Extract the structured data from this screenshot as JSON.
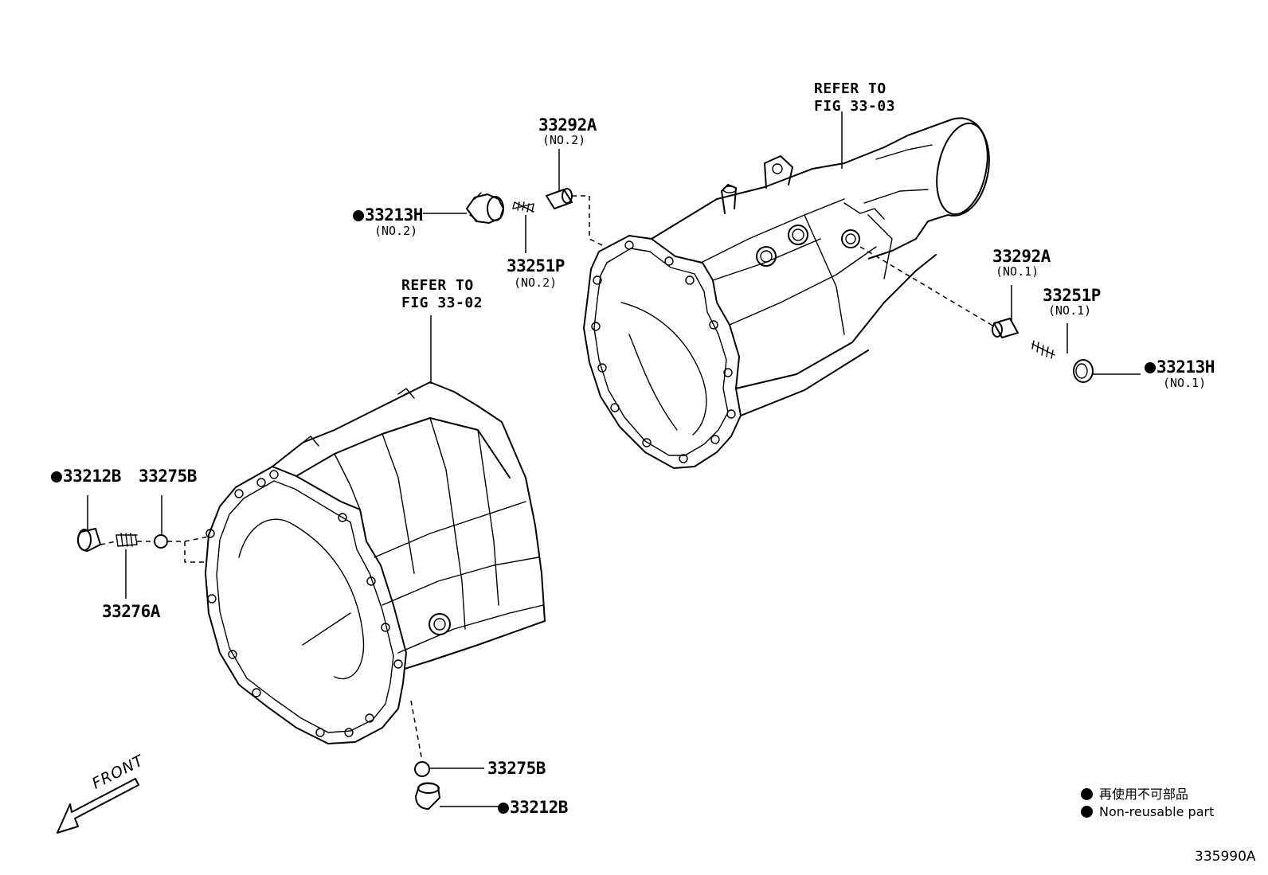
{
  "diagram": {
    "refs": {
      "upper": {
        "line1": "REFER TO",
        "line2": "FIG 33-03"
      },
      "lower": {
        "line1": "REFER TO",
        "line2": "FIG 33-02"
      }
    },
    "parts": {
      "p33292a_no2": {
        "number": "33292A",
        "sub": "(NO.2)"
      },
      "p33213h_no2": {
        "number": "33213H",
        "sub": "(NO.2)",
        "non_reusable": true
      },
      "p33251p_no2": {
        "number": "33251P",
        "sub": "(NO.2)"
      },
      "p33292a_no1": {
        "number": "33292A",
        "sub": "(NO.1)"
      },
      "p33251p_no1": {
        "number": "33251P",
        "sub": "(NO.1)"
      },
      "p33213h_no1": {
        "number": "33213H",
        "sub": "(NO.1)",
        "non_reusable": true
      },
      "p33212b_left": {
        "number": "33212B",
        "non_reusable": true
      },
      "p33275b_left": {
        "number": "33275B"
      },
      "p33276a": {
        "number": "33276A"
      },
      "p33275b_bottom": {
        "number": "33275B"
      },
      "p33212b_bottom": {
        "number": "33212B",
        "non_reusable": true
      }
    },
    "front_label": "FRONT",
    "figure_id": "335990A",
    "legend": {
      "japanese": "再使用不可部品",
      "english": "Non-reusable part"
    }
  }
}
